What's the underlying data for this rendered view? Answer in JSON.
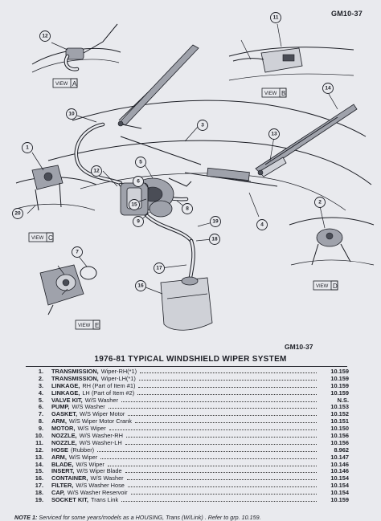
{
  "codes": {
    "top": "GM10-37",
    "middle": "GM10-37"
  },
  "views": [
    {
      "label": "VIEW",
      "letter": "A"
    },
    {
      "label": "VIEW",
      "letter": "B"
    },
    {
      "label": "VIEW",
      "letter": "C"
    },
    {
      "label": "VIEW",
      "letter": "D"
    },
    {
      "label": "VIEW",
      "letter": "E"
    }
  ],
  "callouts": [
    "1",
    "2",
    "3",
    "4",
    "5",
    "6",
    "7",
    "8",
    "9",
    "10",
    "11",
    "12",
    "12",
    "13",
    "14",
    "15",
    "16",
    "17",
    "18",
    "19",
    "20"
  ],
  "parts_list": {
    "title": "1976-81 TYPICAL WINDSHIELD WIPER SYSTEM",
    "items": [
      {
        "num": "1.",
        "name": "TRANSMISSION,",
        "detail": "Wiper-RH(*1)",
        "group": "10.159"
      },
      {
        "num": "2.",
        "name": "TRANSMISSION,",
        "detail": "Wiper-LH(*1)",
        "group": "10.159"
      },
      {
        "num": "3.",
        "name": "LINKAGE,",
        "detail": "RH (Part of Item #1)",
        "group": "10.159"
      },
      {
        "num": "4.",
        "name": "LINKAGE,",
        "detail": "LH (Part of Item #2)",
        "group": "10.159"
      },
      {
        "num": "5.",
        "name": "VALVE KIT,",
        "detail": "W/S Washer",
        "group": "N.S."
      },
      {
        "num": "6.",
        "name": "PUMP,",
        "detail": "W/S Washer",
        "group": "10.153"
      },
      {
        "num": "7.",
        "name": "GASKET,",
        "detail": "W/S Wiper Motor",
        "group": "10.152"
      },
      {
        "num": "8.",
        "name": "ARM,",
        "detail": "W/S Wiper Motor Crank",
        "group": "10.151"
      },
      {
        "num": "9.",
        "name": "MOTOR,",
        "detail": "W/S Wiper",
        "group": "10.150"
      },
      {
        "num": "10.",
        "name": "NOZZLE,",
        "detail": "W/S Washer-RH",
        "group": "10.156"
      },
      {
        "num": "11.",
        "name": "NOZZLE,",
        "detail": "W/S Washer-LH",
        "group": "10.156"
      },
      {
        "num": "12.",
        "name": "HOSE",
        "detail": "(Rubber)",
        "group": "8.962"
      },
      {
        "num": "13.",
        "name": "ARM,",
        "detail": "W/S Wiper",
        "group": "10.147"
      },
      {
        "num": "14.",
        "name": "BLADE,",
        "detail": "W/S Wiper",
        "group": "10.146"
      },
      {
        "num": "15.",
        "name": "INSERT,",
        "detail": "W/S Wiper Blade",
        "group": "10.146"
      },
      {
        "num": "16.",
        "name": "CONTAINER,",
        "detail": "W/S Washer",
        "group": "10.154"
      },
      {
        "num": "17.",
        "name": "FILTER,",
        "detail": "W/S Washer Hose",
        "group": "10.154"
      },
      {
        "num": "18.",
        "name": "CAP,",
        "detail": "W/S Washer Reservoir",
        "group": "10.154"
      },
      {
        "num": "19.",
        "name": "SOCKET KIT,",
        "detail": "Trans Link",
        "group": "10.159"
      }
    ]
  },
  "note": {
    "label": "NOTE 1:",
    "text": "Serviced for some years/models as a HOUSING, Trans (W/Link) . Refer to grp. 10.159."
  }
}
